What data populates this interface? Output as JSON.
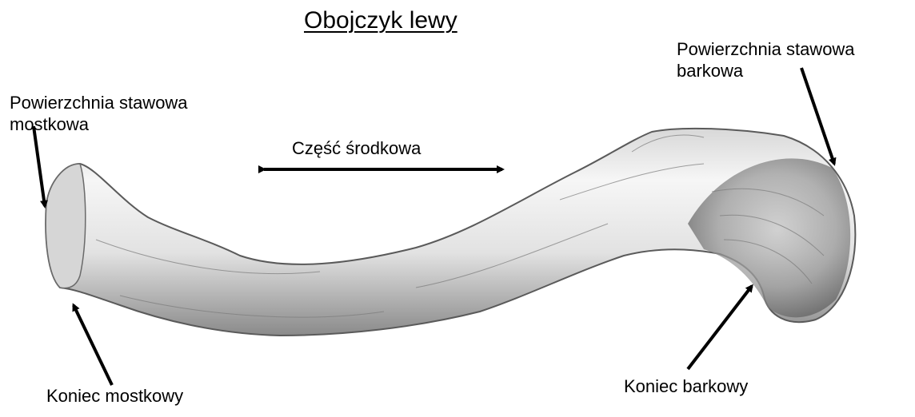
{
  "title": "Obojczyk lewy",
  "labels": {
    "sternal_articular_surface": [
      "Powierzchnia stawowa",
      "mostkowa"
    ],
    "acromial_articular_surface": [
      "Powierzchnia stawowa",
      "barkowa"
    ],
    "middle_part": "Część środkowa",
    "sternal_end": "Koniec mostkowy",
    "acromial_end": "Koniec barkowy"
  },
  "colors": {
    "background": "#ffffff",
    "text": "#000000",
    "arrows": "#000000",
    "bone_light": "#f2f2f2",
    "bone_shadow": "#6e6e6e"
  }
}
